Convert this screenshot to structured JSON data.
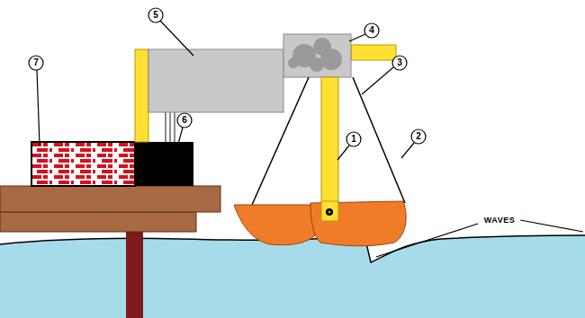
{
  "diagram": {
    "labels": [
      "1",
      "2",
      "3",
      "4",
      "5",
      "6",
      "7",
      "WAVES"
    ]
  }
}
